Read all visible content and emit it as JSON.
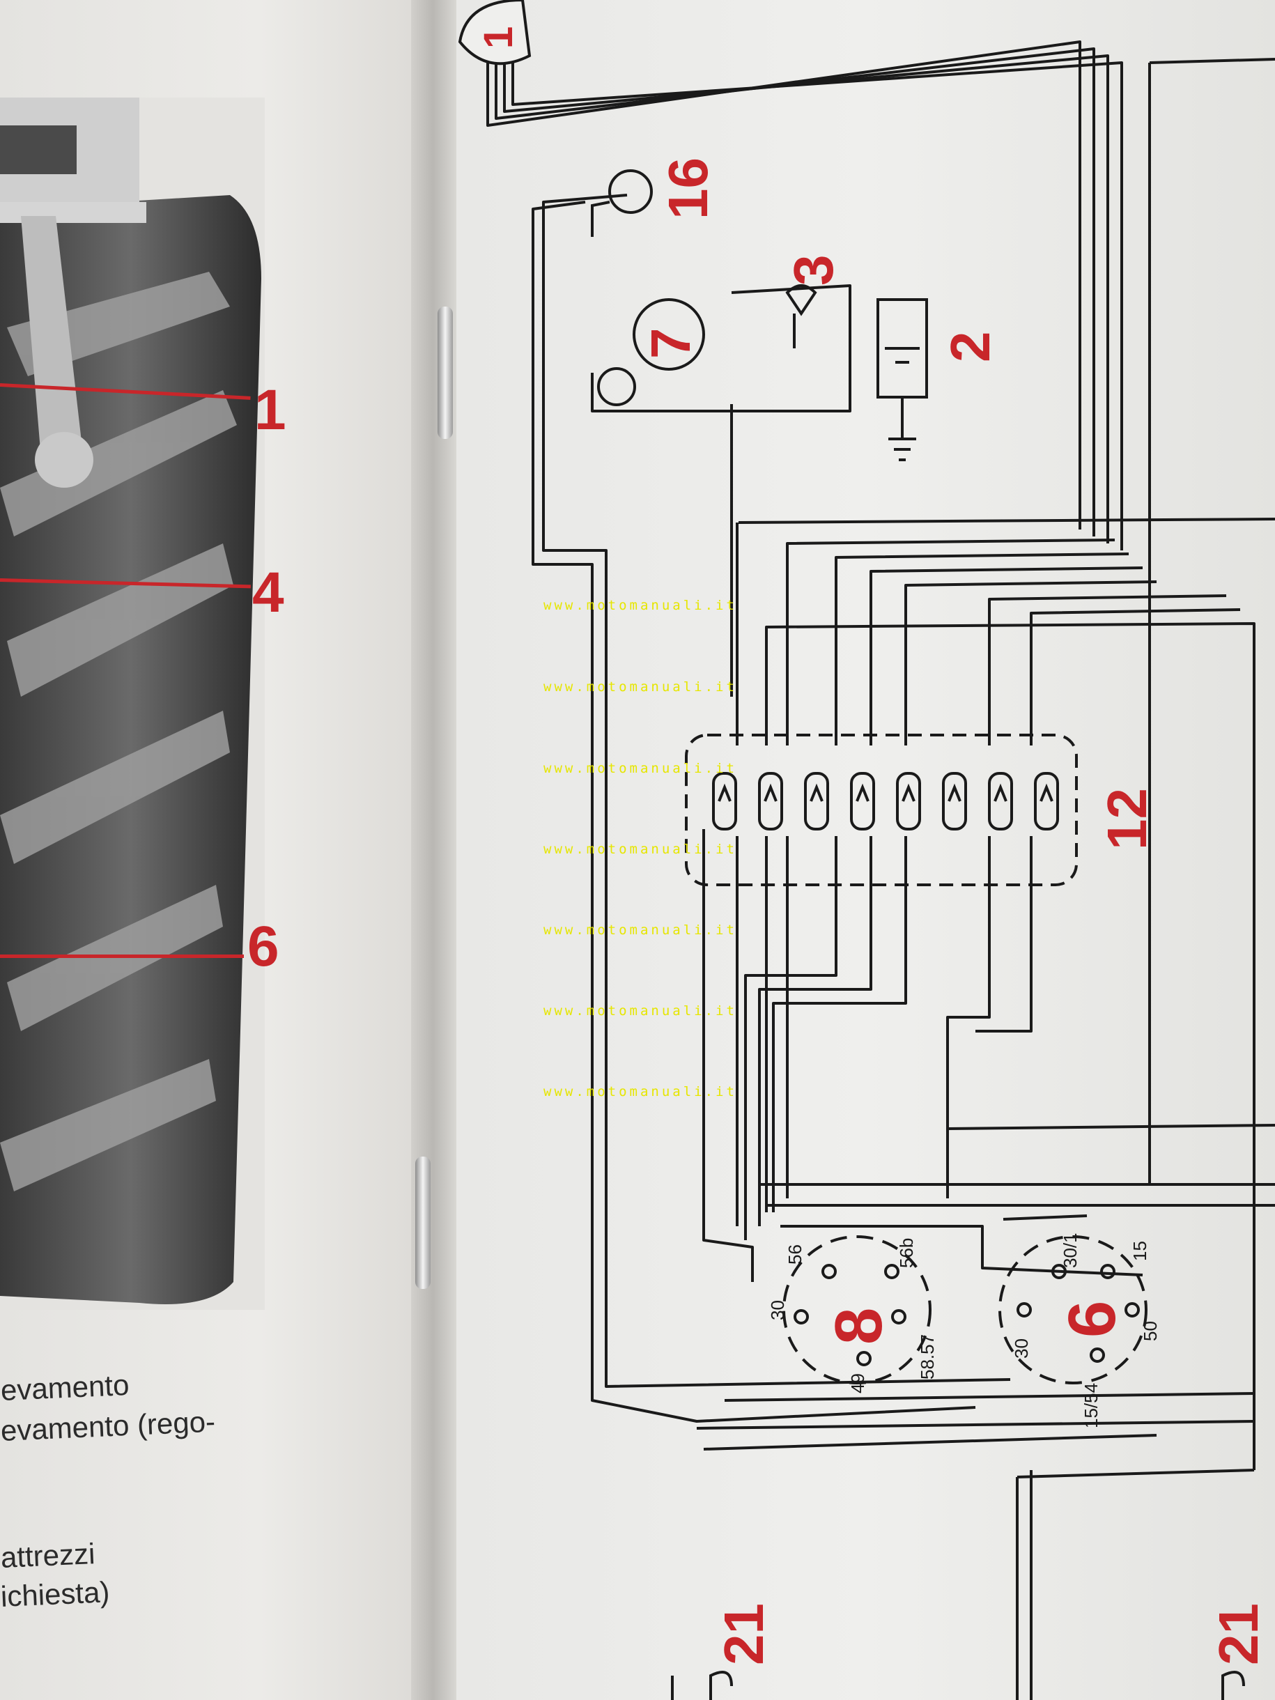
{
  "left_page": {
    "callouts": [
      "1",
      "4",
      "6"
    ],
    "caption_lines": [
      "evamento",
      "evamento (rego-",
      "attrezzi",
      "ichiesta)"
    ]
  },
  "wiring_diagram": {
    "component_labels": {
      "lamp_top": "1",
      "lamp_16": "16",
      "horn": "3",
      "battery": "2",
      "gauge": "7",
      "fuse_box": "12",
      "switch_8": "8",
      "switch_6": "6",
      "light_bottom_left": "21",
      "light_bottom_right": "21"
    },
    "switch_8_terminals": [
      "56",
      "56b",
      "30",
      "58.57",
      "49"
    ],
    "switch_6_terminals": [
      "30/1",
      "15",
      "30",
      "50",
      "15/54"
    ],
    "fuse_count": 8,
    "colors": {
      "callout_red": "#c8262a",
      "wire": "#1a1a1a",
      "watermark": "#e6e600"
    }
  },
  "watermarks": [
    "www.motomanuali.it",
    "www.motomanuali.it",
    "www.motomanuali.it",
    "www.motomanuali.it",
    "www.motomanuali.it",
    "www.motomanuali.it",
    "www.motomanuali.it"
  ]
}
